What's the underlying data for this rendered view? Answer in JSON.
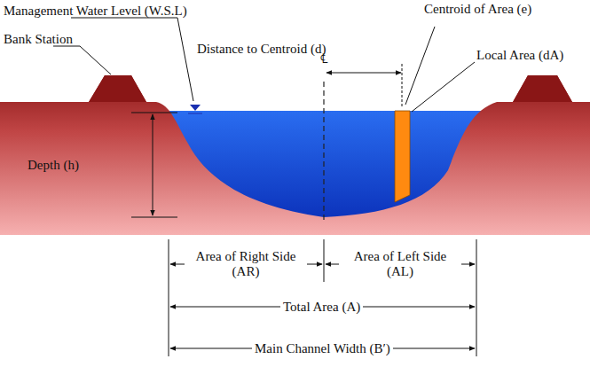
{
  "diagram": {
    "labels": [
      "Management Water Level (W.S.L)",
      "Bank Station",
      "Centroid of Area (e)",
      "Distance to Centroid (d)",
      "Local Area (dA)",
      "Depth (h)",
      "℄",
      "Area of Right Side (AR)",
      "Area of Left Side (AL)",
      "Total Area (A)",
      "Main Channel Width (B′)"
    ]
  }
}
